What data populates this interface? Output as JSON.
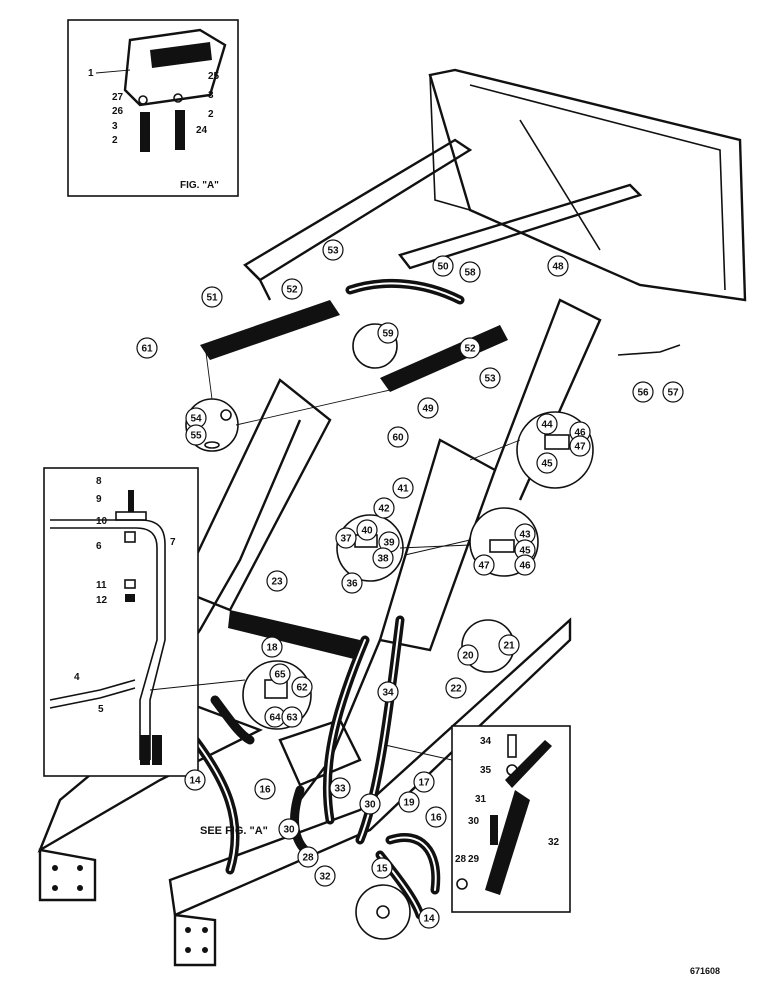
{
  "figure": {
    "fig_a_label": "FIG. \"A\"",
    "see_fig_label": "SEE FIG. \"A\"",
    "catalog_number": "671608"
  },
  "fig_a_callouts": [
    "1",
    "25",
    "27",
    "3",
    "26",
    "2",
    "3",
    "24",
    "2"
  ],
  "inset_left_callouts": [
    "8",
    "9",
    "10",
    "7",
    "6",
    "11",
    "12",
    "4",
    "5"
  ],
  "inset_right_callouts": [
    "34",
    "35",
    "31",
    "30",
    "32",
    "28",
    "29"
  ],
  "main_callouts": [
    "53",
    "50",
    "58",
    "48",
    "52",
    "51",
    "59",
    "61",
    "52",
    "53",
    "56",
    "57",
    "49",
    "54",
    "55",
    "60",
    "44",
    "46",
    "47",
    "45",
    "41",
    "42",
    "43",
    "45",
    "46",
    "47",
    "37",
    "40",
    "39",
    "36",
    "38",
    "23",
    "21",
    "20",
    "22",
    "18",
    "65",
    "62",
    "64",
    "63",
    "34",
    "14",
    "16",
    "33",
    "17",
    "19",
    "16",
    "30",
    "30",
    "28",
    "32",
    "15",
    "14"
  ]
}
